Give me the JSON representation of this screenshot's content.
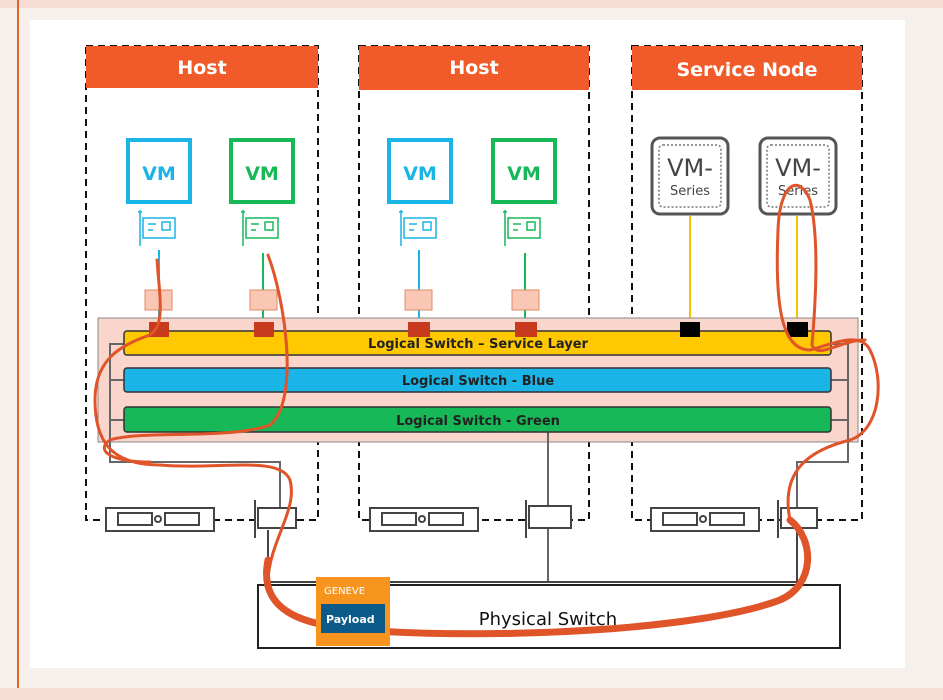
{
  "diagram": {
    "nodes": [
      {
        "title": "Host"
      },
      {
        "title": "Host"
      },
      {
        "title": "Service Node"
      }
    ],
    "vms": [
      "VM",
      "VM",
      "VM",
      "VM"
    ],
    "vm_series": [
      {
        "line1": "VM-",
        "line2": "Series"
      },
      {
        "line1": "VM-",
        "line2": "Series"
      }
    ],
    "switches": {
      "service": "Logical Switch – Service Layer",
      "blue": "Logical Switch - Blue",
      "green": "Logical Switch - Green"
    },
    "physical_switch": "Physical Switch",
    "packet": {
      "header": "GENEVE",
      "payload": "Payload"
    }
  },
  "colors": {
    "host_header": "#f15a29",
    "vm_blue": "#1ab4e6",
    "vm_green": "#17b858",
    "service_layer": "#ffc800",
    "switch_band": "#f9d5cc",
    "traffic_path": "#e0542a",
    "geneve": "#f7941d",
    "payload": "#0b5a8a"
  }
}
